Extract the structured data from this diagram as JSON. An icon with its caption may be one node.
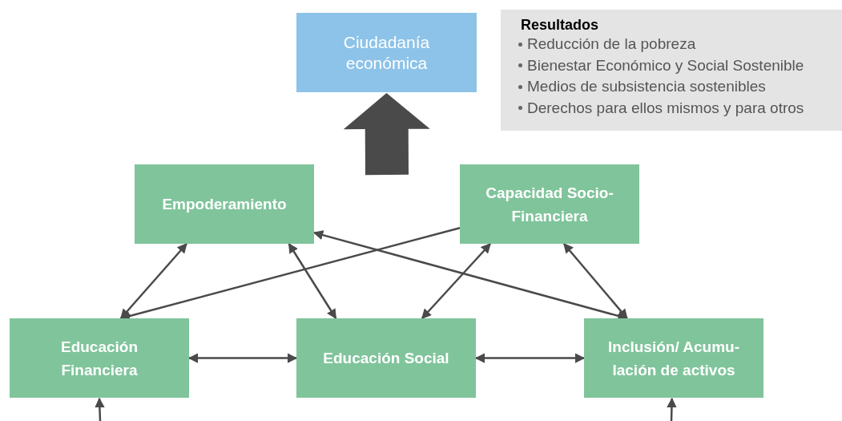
{
  "diagram": {
    "nodes": [
      {
        "text": [
          "Ciudadanía económica"
        ]
      },
      {
        "text": [
          "Resultados",
          "Reducción de la pobreza",
          "Bienestar Económico y Social Sostenible",
          "Medios de subsistencia sostenibles",
          "Derechos para ellos mismos y para otros"
        ]
      },
      {
        "text": [
          "Empoderamiento"
        ]
      },
      {
        "text": [
          "Capacidad Socio-Financiera"
        ]
      },
      {
        "text": [
          "Educación Financiera"
        ]
      },
      {
        "text": [
          "Educación Social"
        ]
      },
      {
        "text": [
          "Inclusión/ Acumu-lación de activos"
        ]
      }
    ],
    "edges": [
      {
        "from": null,
        "to": 0,
        "arrow": "to",
        "style": "thick"
      },
      {
        "from": 2,
        "to": 4,
        "arrow": "both"
      },
      {
        "from": 3,
        "to": 4,
        "arrow": "to"
      },
      {
        "from": 2,
        "to": 5,
        "arrow": "both"
      },
      {
        "from": 3,
        "to": 5,
        "arrow": "both"
      },
      {
        "from": 2,
        "to": 6,
        "arrow": "both"
      },
      {
        "from": 3,
        "to": 6,
        "arrow": "both"
      },
      {
        "from": 4,
        "to": 5,
        "arrow": "both"
      },
      {
        "from": 5,
        "to": 6,
        "arrow": "both"
      },
      {
        "from": null,
        "to": 4,
        "arrow": "to"
      },
      {
        "from": null,
        "to": 6,
        "arrow": "to"
      }
    ]
  }
}
